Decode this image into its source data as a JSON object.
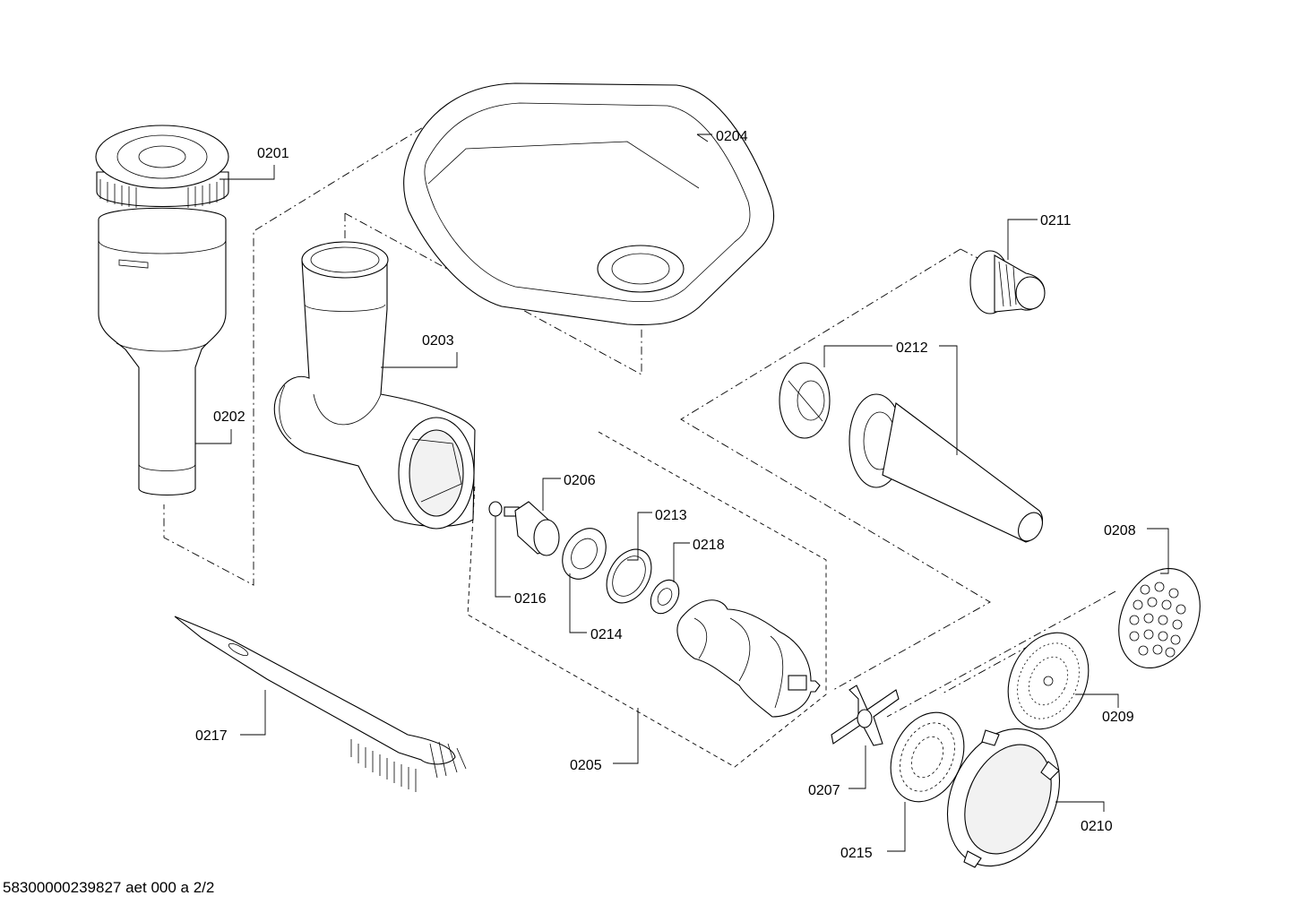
{
  "footer": "58300000239827 aet 000 a 2/2",
  "labels": {
    "p0201": "0201",
    "p0202": "0202",
    "p0203": "0203",
    "p0204": "0204",
    "p0205": "0205",
    "p0206": "0206",
    "p0207": "0207",
    "p0208": "0208",
    "p0209": "0209",
    "p0210": "0210",
    "p0211": "0211",
    "p0212": "0212",
    "p0213": "0213",
    "p0214": "0214",
    "p0215": "0215",
    "p0216": "0216",
    "p0217": "0217",
    "p0218": "0218"
  }
}
